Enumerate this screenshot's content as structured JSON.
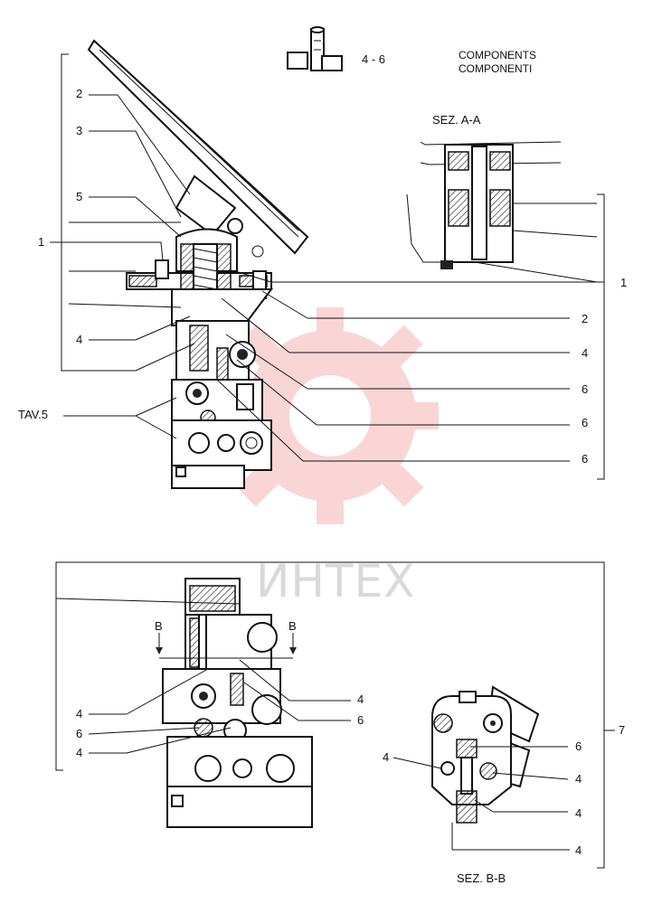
{
  "header": {
    "page_ref": "4 - 6",
    "title_en": "COMPONENTS",
    "title_it": "COMPONENTI"
  },
  "sections": {
    "sez_aa": "SEZ. A-A",
    "sez_bb": "SEZ. B-B",
    "tav_ref": "TAV.5"
  },
  "cut_markers": {
    "b_left": "B",
    "b_right": "B"
  },
  "watermark": {
    "text": "ИНТЕХ",
    "color": "#f4a0a0"
  },
  "callouts": {
    "top_left": [
      "2",
      "3",
      "5",
      "1",
      "4"
    ],
    "top_right": [
      "1",
      "2",
      "4",
      "6",
      "6",
      "6"
    ],
    "bottom_left": [
      "4",
      "6",
      "4"
    ],
    "bottom_right_left": [
      "4"
    ],
    "bottom_right": [
      "6",
      "4",
      "4",
      "4"
    ],
    "bracket_bottom": "7"
  }
}
